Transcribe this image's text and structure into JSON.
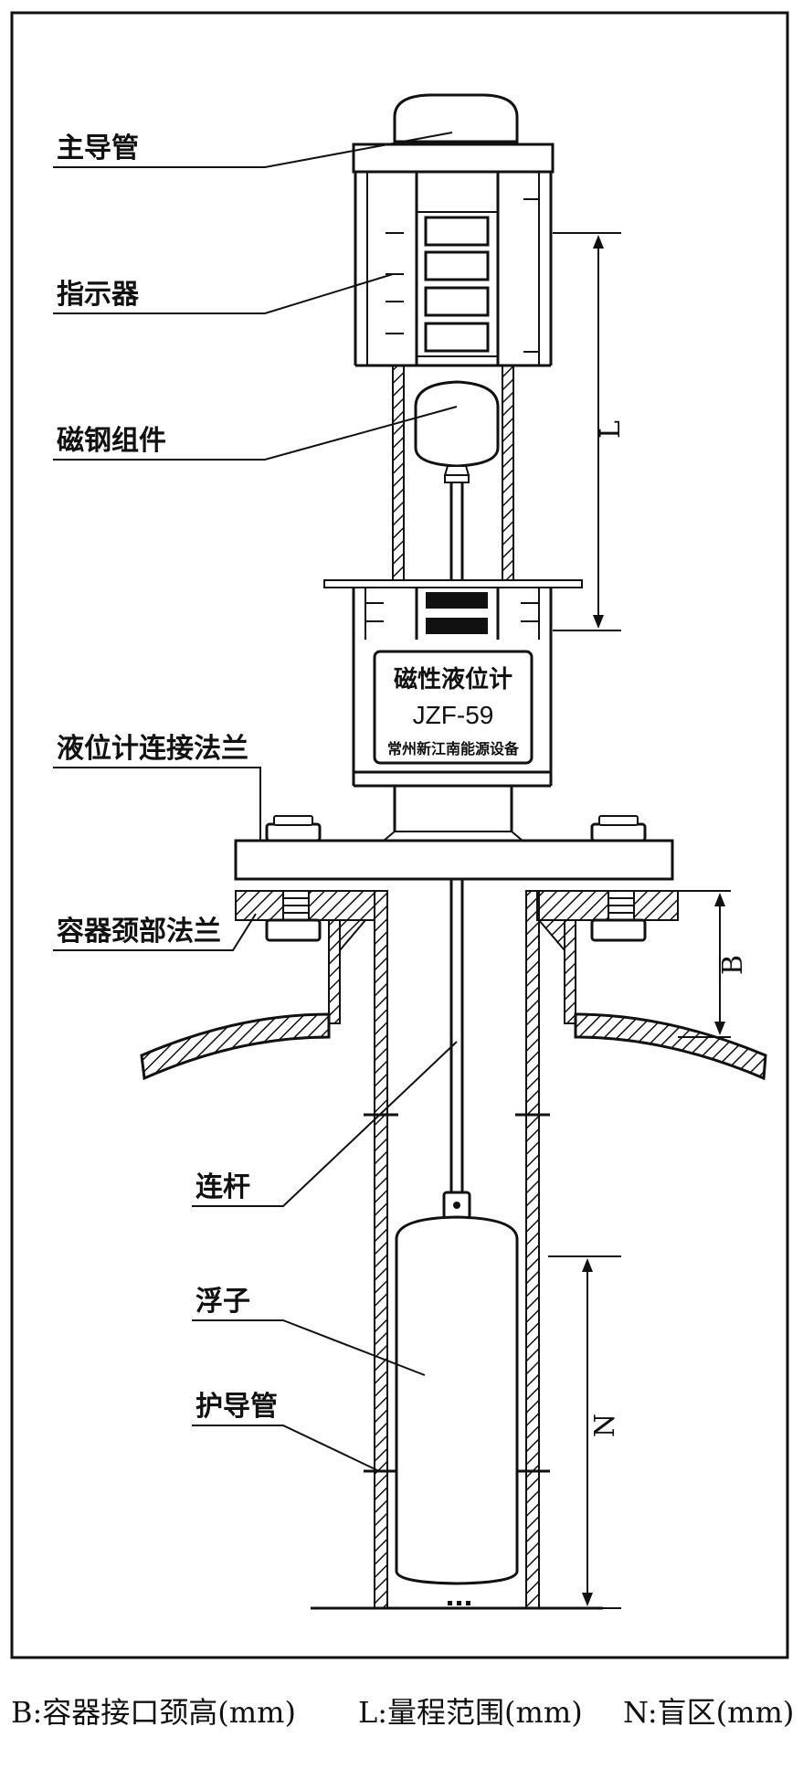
{
  "labels": {
    "main_tube": "主导管",
    "indicator": "指示器",
    "magnet_assembly": "磁钢组件",
    "gauge_flange": "液位计连接法兰",
    "vessel_neck_flange": "容器颈部法兰",
    "connecting_rod": "连杆",
    "float": "浮子",
    "guard_tube": "护导管"
  },
  "nameplate": {
    "title": "磁性液位计",
    "model": "JZF-59",
    "maker": "常州新江南能源设备"
  },
  "dimensions": {
    "L": "L",
    "B": "B",
    "N": "N"
  },
  "legend": {
    "B": "B:容器接口颈高(mm)",
    "L": "L:量程范围(mm)",
    "N": "N:盲区(mm)"
  }
}
